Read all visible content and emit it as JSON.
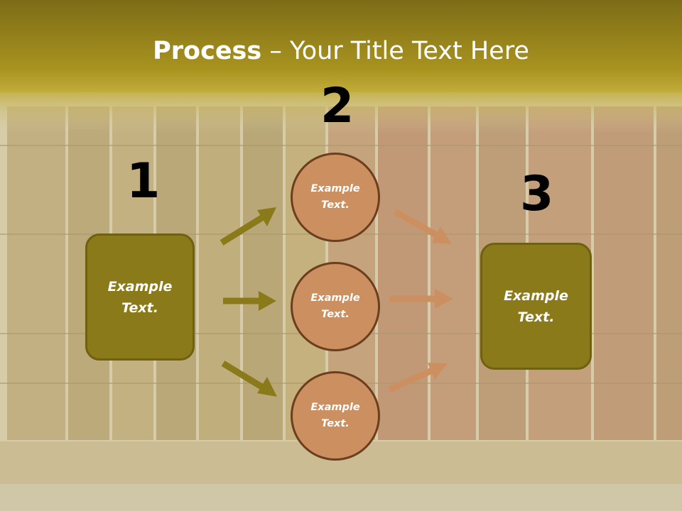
{
  "title": {
    "bold": "Process",
    "rest": " – Your Title Text Here"
  },
  "steps": [
    {
      "number": "1",
      "text": "Example Text."
    },
    {
      "number": "2",
      "items": [
        "Example Text.",
        "Example Text.",
        "Example Text."
      ]
    },
    {
      "number": "3",
      "text": "Example Text."
    }
  ],
  "colors": {
    "olive": "#8a7a19",
    "copper": "#cc9060",
    "header": "#9e8b1a"
  }
}
